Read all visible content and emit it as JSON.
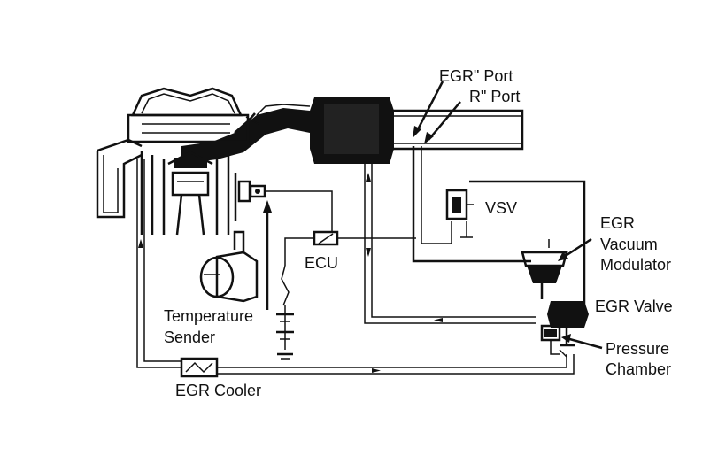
{
  "labels": {
    "egr_port": "EGR\" Port",
    "r_port": "R\" Port",
    "vsv": "VSV",
    "egr_vacuum_1": "EGR",
    "egr_vacuum_2": "Vacuum",
    "egr_vacuum_3": "Modulator",
    "ecu": "ECU",
    "egr_valve": "EGR Valve",
    "temperature_1": "Temperature",
    "temperature_2": "Sender",
    "pressure_1": "Pressure",
    "pressure_2": "Chamber",
    "egr_cooler": "EGR Cooler"
  },
  "colors": {
    "ink": "#111111",
    "background": "#ffffff"
  }
}
